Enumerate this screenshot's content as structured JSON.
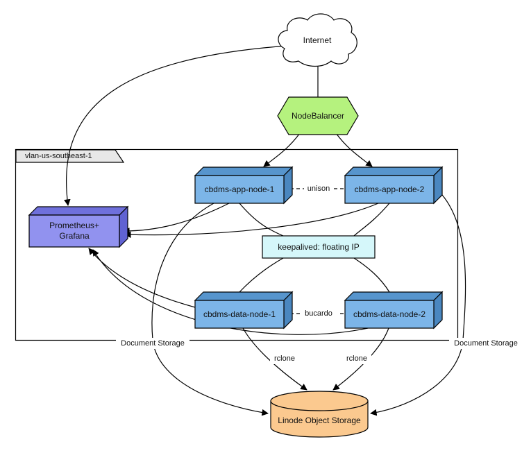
{
  "nodes": {
    "internet": {
      "label": "Internet"
    },
    "nodebalancer": {
      "label": "NodeBalancer"
    },
    "vlan": {
      "label": "vlan-us-southeast-1"
    },
    "app_node_1": {
      "label": "cbdms-app-node-1"
    },
    "app_node_2": {
      "label": "cbdms-app-node-2"
    },
    "prometheus": {
      "label_line1": "Prometheus+",
      "label_line2": "Grafana"
    },
    "keepalived": {
      "label": "keepalived: floating IP"
    },
    "data_node_1": {
      "label": "cbdms-data-node-1"
    },
    "data_node_2": {
      "label": "cbdms-data-node-2"
    },
    "object_storage": {
      "label": "Linode Object Storage"
    }
  },
  "edges": {
    "unison": "unison",
    "bucardo": "bucardo",
    "rclone_left": "rclone",
    "rclone_right": "rclone",
    "document_storage_left": "Document Storage",
    "document_storage_right": "Document Storage"
  },
  "colors": {
    "node_front": "#7cb5e8",
    "node_top": "#5795cd",
    "node_side": "#4a87c0",
    "prometheus_front": "#9192ef",
    "prometheus_top": "#6f70dc",
    "prometheus_side": "#6062d2",
    "keepalived_fill": "#d5f7fa",
    "nodebalancer_fill": "#b5f27e",
    "object_storage_fill": "#fbc98f",
    "vlan_tab_fill": "#e8e8e8",
    "cloud_fill": "#ffffff"
  }
}
